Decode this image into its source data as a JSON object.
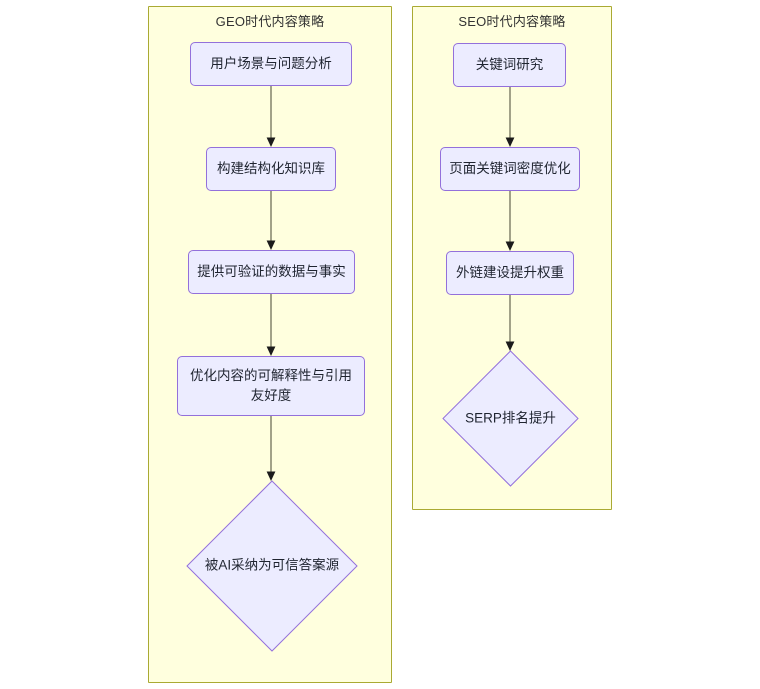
{
  "diagram": {
    "type": "flowchart",
    "direction": "top-down",
    "background": "#ffffff",
    "palette": {
      "subgraph_fill": "#ffffde",
      "subgraph_border": "#aaaa33",
      "node_fill": "#ececff",
      "node_border": "#9370db",
      "node_text": "#1f2430",
      "edge_stroke": "#8b8b73",
      "arrow_head": "#1b1b1b",
      "title_text": "#333333"
    }
  },
  "subgraphs": [
    {
      "id": "geo",
      "title": "GEO时代内容策略",
      "nodes": [
        {
          "id": "geo-1",
          "shape": "rect",
          "label": "用户场景与问题分析"
        },
        {
          "id": "geo-2",
          "shape": "rect",
          "label": "构建结构化知识库"
        },
        {
          "id": "geo-3",
          "shape": "rect",
          "label": "提供可验证的数据与事实"
        },
        {
          "id": "geo-4",
          "shape": "rect",
          "label_line1": "优化内容的可解释性与引用",
          "label_line2": "友好度"
        },
        {
          "id": "geo-5",
          "shape": "diamond",
          "label": "被AI采纳为可信答案源"
        }
      ],
      "edges": [
        {
          "from": "geo-1",
          "to": "geo-2"
        },
        {
          "from": "geo-2",
          "to": "geo-3"
        },
        {
          "from": "geo-3",
          "to": "geo-4"
        },
        {
          "from": "geo-4",
          "to": "geo-5"
        }
      ]
    },
    {
      "id": "seo",
      "title": "SEO时代内容策略",
      "nodes": [
        {
          "id": "seo-1",
          "shape": "rect",
          "label": "关键词研究"
        },
        {
          "id": "seo-2",
          "shape": "rect",
          "label": "页面关键词密度优化"
        },
        {
          "id": "seo-3",
          "shape": "rect",
          "label": "外链建设提升权重"
        },
        {
          "id": "seo-4",
          "shape": "diamond",
          "label": "SERP排名提升"
        }
      ],
      "edges": [
        {
          "from": "seo-1",
          "to": "seo-2"
        },
        {
          "from": "seo-2",
          "to": "seo-3"
        },
        {
          "from": "seo-3",
          "to": "seo-4"
        }
      ]
    }
  ]
}
